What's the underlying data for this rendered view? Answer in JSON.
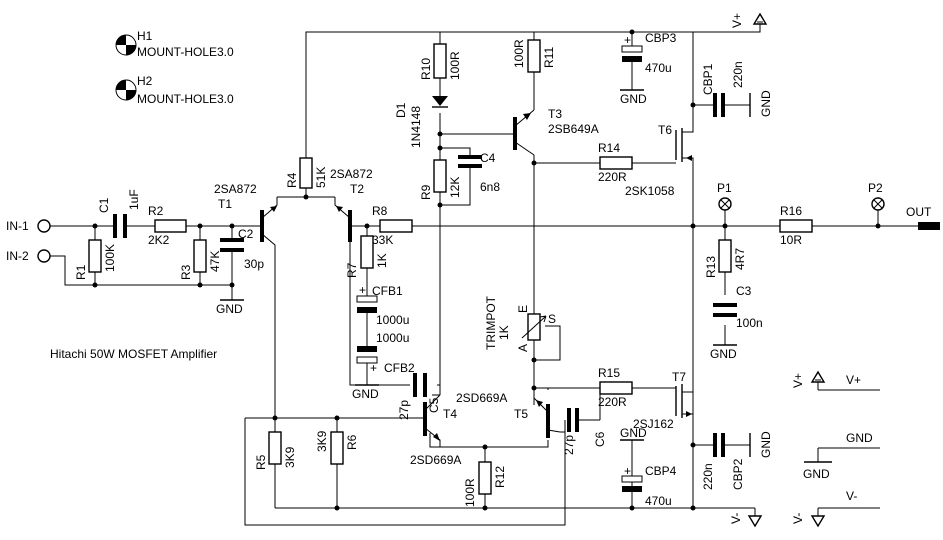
{
  "diagram": {
    "title": "Hitachi 50W MOSFET Amplifier",
    "mount_holes": [
      {
        "ref": "H1",
        "value": "MOUNT-HOLE3.0"
      },
      {
        "ref": "H2",
        "value": "MOUNT-HOLE3.0"
      }
    ],
    "inputs": {
      "in1": "IN-1",
      "in2": "IN-2"
    },
    "output": "OUT",
    "test_points": {
      "p1": "P1",
      "p2": "P2"
    },
    "components": {
      "C1": {
        "ref": "C1",
        "value": "1uF"
      },
      "C2": {
        "ref": "C2",
        "value": "30p"
      },
      "C3": {
        "ref": "C3",
        "value": "100n"
      },
      "C4": {
        "ref": "C4",
        "value": "6n8"
      },
      "C5": {
        "ref": "C5",
        "value": "27p"
      },
      "C6": {
        "ref": "C6",
        "value": "27p"
      },
      "CBP1": {
        "ref": "CBP1",
        "value": "220n"
      },
      "CBP2": {
        "ref": "CBP2",
        "value": "220n"
      },
      "CBP3": {
        "ref": "CBP3",
        "value": "470u"
      },
      "CBP4": {
        "ref": "CBP4",
        "value": "470u"
      },
      "CFB1": {
        "ref": "CFB1",
        "value": "1000u"
      },
      "CFB2": {
        "ref": "CFB2",
        "value": "1000u"
      },
      "R1": {
        "ref": "R1",
        "value": "100K"
      },
      "R2": {
        "ref": "R2",
        "value": "2K2"
      },
      "R3": {
        "ref": "R3",
        "value": "47K"
      },
      "R4": {
        "ref": "R4",
        "value": "51K"
      },
      "R5": {
        "ref": "R5",
        "value": "3K9"
      },
      "R6": {
        "ref": "R6",
        "value": "3K9"
      },
      "R7": {
        "ref": "R7",
        "value": "1K"
      },
      "R8": {
        "ref": "R8",
        "value": "33K"
      },
      "R9": {
        "ref": "R9",
        "value": "12K"
      },
      "R10": {
        "ref": "R10",
        "value": "100R"
      },
      "R11": {
        "ref": "R11",
        "value": "100R"
      },
      "R12": {
        "ref": "R12",
        "value": "100R"
      },
      "R13": {
        "ref": "R13",
        "value": "4R7"
      },
      "R14": {
        "ref": "R14",
        "value": "220R"
      },
      "R15": {
        "ref": "R15",
        "value": "220R"
      },
      "R16": {
        "ref": "R16",
        "value": "10R"
      },
      "D1": {
        "ref": "D1",
        "value": "1N4148"
      },
      "T1": {
        "ref": "T1",
        "value": "2SA872"
      },
      "T2": {
        "ref": "T2",
        "value": "2SA872"
      },
      "T3": {
        "ref": "T3",
        "value": "2SB649A"
      },
      "T4": {
        "ref": "T4",
        "value": "2SD669A"
      },
      "T5": {
        "ref": "T5",
        "value": "2SD669A"
      },
      "T6": {
        "ref": "T6",
        "value": "2SK1058"
      },
      "T7": {
        "ref": "T7",
        "value": "2SJ162"
      },
      "TRIMPOT": {
        "ref": "TRIMPOT",
        "value": "1K"
      }
    },
    "trimpot_pins": {
      "e": "E",
      "s": "S",
      "a": "A"
    },
    "power": {
      "vplus": "V+",
      "vminus": "V-",
      "gnd": "GND"
    }
  }
}
